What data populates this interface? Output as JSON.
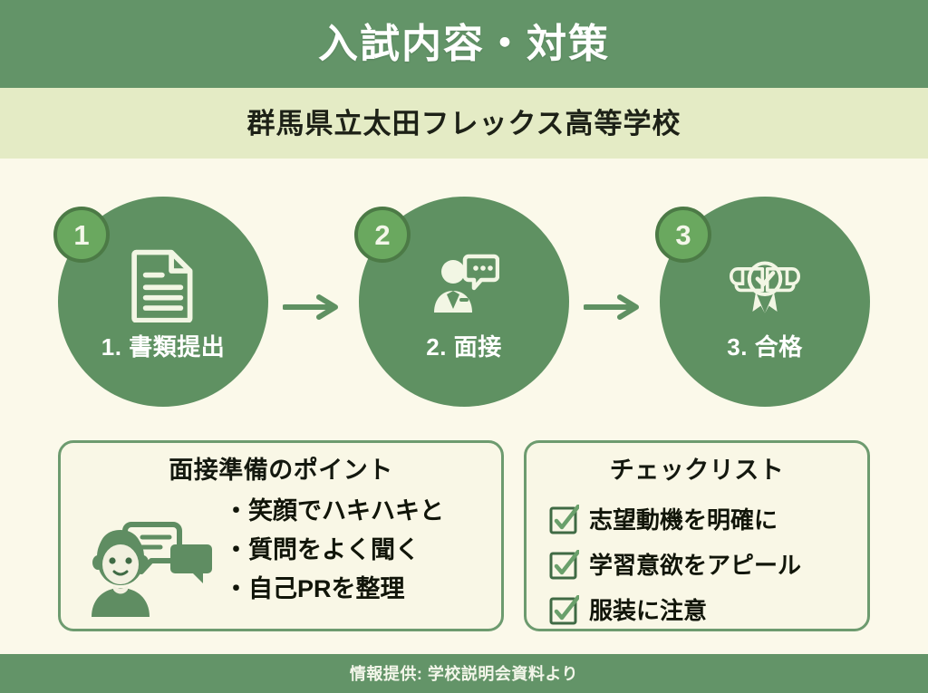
{
  "header": {
    "title": "入試内容・対策",
    "band_color": "#639468",
    "title_color": "#ffffff"
  },
  "subtitle": {
    "text": "群馬県立太田フレックス高等学校",
    "band_color": "#e4ebc5",
    "text_color": "#1d2117"
  },
  "page": {
    "background_color": "#fbf9ea",
    "accent_green": "#5f9162",
    "badge_green": "#6aa85f",
    "badge_border": "#4c7a46",
    "card_border": "#6d9b6f"
  },
  "steps": [
    {
      "number": "1",
      "label": "1. 書類提出",
      "icon": "document-icon"
    },
    {
      "number": "2",
      "label": "2. 面接",
      "icon": "interview-person-speech-icon"
    },
    {
      "number": "3",
      "label": "3. 合格",
      "icon": "diploma-award-icon"
    }
  ],
  "arrows": [
    {
      "icon": "arrow-right-icon"
    },
    {
      "icon": "arrow-right-icon"
    }
  ],
  "cards": {
    "left": {
      "title": "面接準備のポイント",
      "icon": "person-chat-icon",
      "bullets": [
        "・笑顔でハキハキと",
        "・質問をよく聞く",
        "・自己PRを整理"
      ]
    },
    "right": {
      "title": "チェックリスト",
      "items": [
        {
          "icon": "checkbox-checked-icon",
          "text": "志望動機を明確に"
        },
        {
          "icon": "checkbox-checked-icon",
          "text": "学習意欲をアピール"
        },
        {
          "icon": "checkbox-checked-icon",
          "text": "服装に注意"
        }
      ]
    }
  },
  "footer": {
    "text": "情報提供: 学校説明会資料より",
    "band_color": "#639468",
    "text_color": "#f3f6ea"
  }
}
